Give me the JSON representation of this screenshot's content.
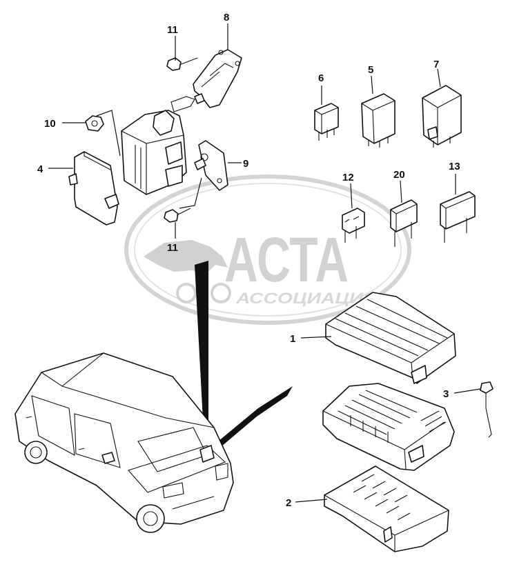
{
  "watermark": {
    "title": "АСТА",
    "subtitle": "АССОЦИАЦИЯ"
  },
  "callouts": {
    "c1": "1",
    "c2": "2",
    "c3": "3",
    "c4": "4",
    "c5": "5",
    "c6": "6",
    "c7": "7",
    "c8": "8",
    "c9": "9",
    "c10": "10",
    "c11a": "11",
    "c11b": "11",
    "c12": "12",
    "c13": "13",
    "c20": "20"
  },
  "colors": {
    "line": "#111111",
    "watermark": "#d2d2d2"
  }
}
